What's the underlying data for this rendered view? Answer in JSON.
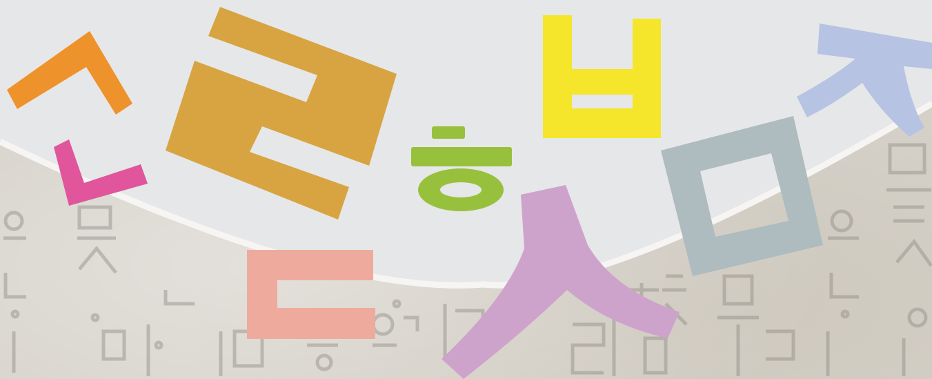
{
  "colors": {
    "background": "#e6e7e8",
    "paper": "#d6d2ca",
    "orange": "#ee922c",
    "magenta": "#e0559b",
    "ochre": "#d7a441",
    "salmon": "#eeab9d",
    "green": "#97c13c",
    "yellow": "#f5e62b",
    "lilac": "#cea3cb",
    "gray_blue": "#aebbbf",
    "periwinkle": "#b6c3e3"
  },
  "jamo_shapes": [
    {
      "name": "siot-small",
      "color": "orange"
    },
    {
      "name": "nieun",
      "color": "magenta"
    },
    {
      "name": "rieul",
      "color": "ochre"
    },
    {
      "name": "digeut",
      "color": "salmon"
    },
    {
      "name": "hieut",
      "color": "green"
    },
    {
      "name": "bieup",
      "color": "yellow"
    },
    {
      "name": "siot-large",
      "color": "lilac"
    },
    {
      "name": "mieum",
      "color": "gray_blue"
    },
    {
      "name": "jieut",
      "color": "periwinkle"
    }
  ]
}
